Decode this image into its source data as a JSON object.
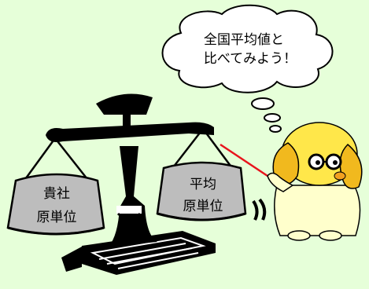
{
  "speech_bubble": {
    "line1": "全国平均値と",
    "line2": "比べてみよう！"
  },
  "left_pan": {
    "line1": "貴社",
    "line2": "原単位"
  },
  "right_pan": {
    "line1": "平均",
    "line2": "原単位"
  },
  "colors": {
    "background": "#e6ffd9",
    "scale": "#000000",
    "pan_fill": "#bdbdbd",
    "pointer": "#e8141c",
    "character_head": "#ffe74a",
    "character_ears": "#f1b91e",
    "character_body": "#ffffcc"
  }
}
